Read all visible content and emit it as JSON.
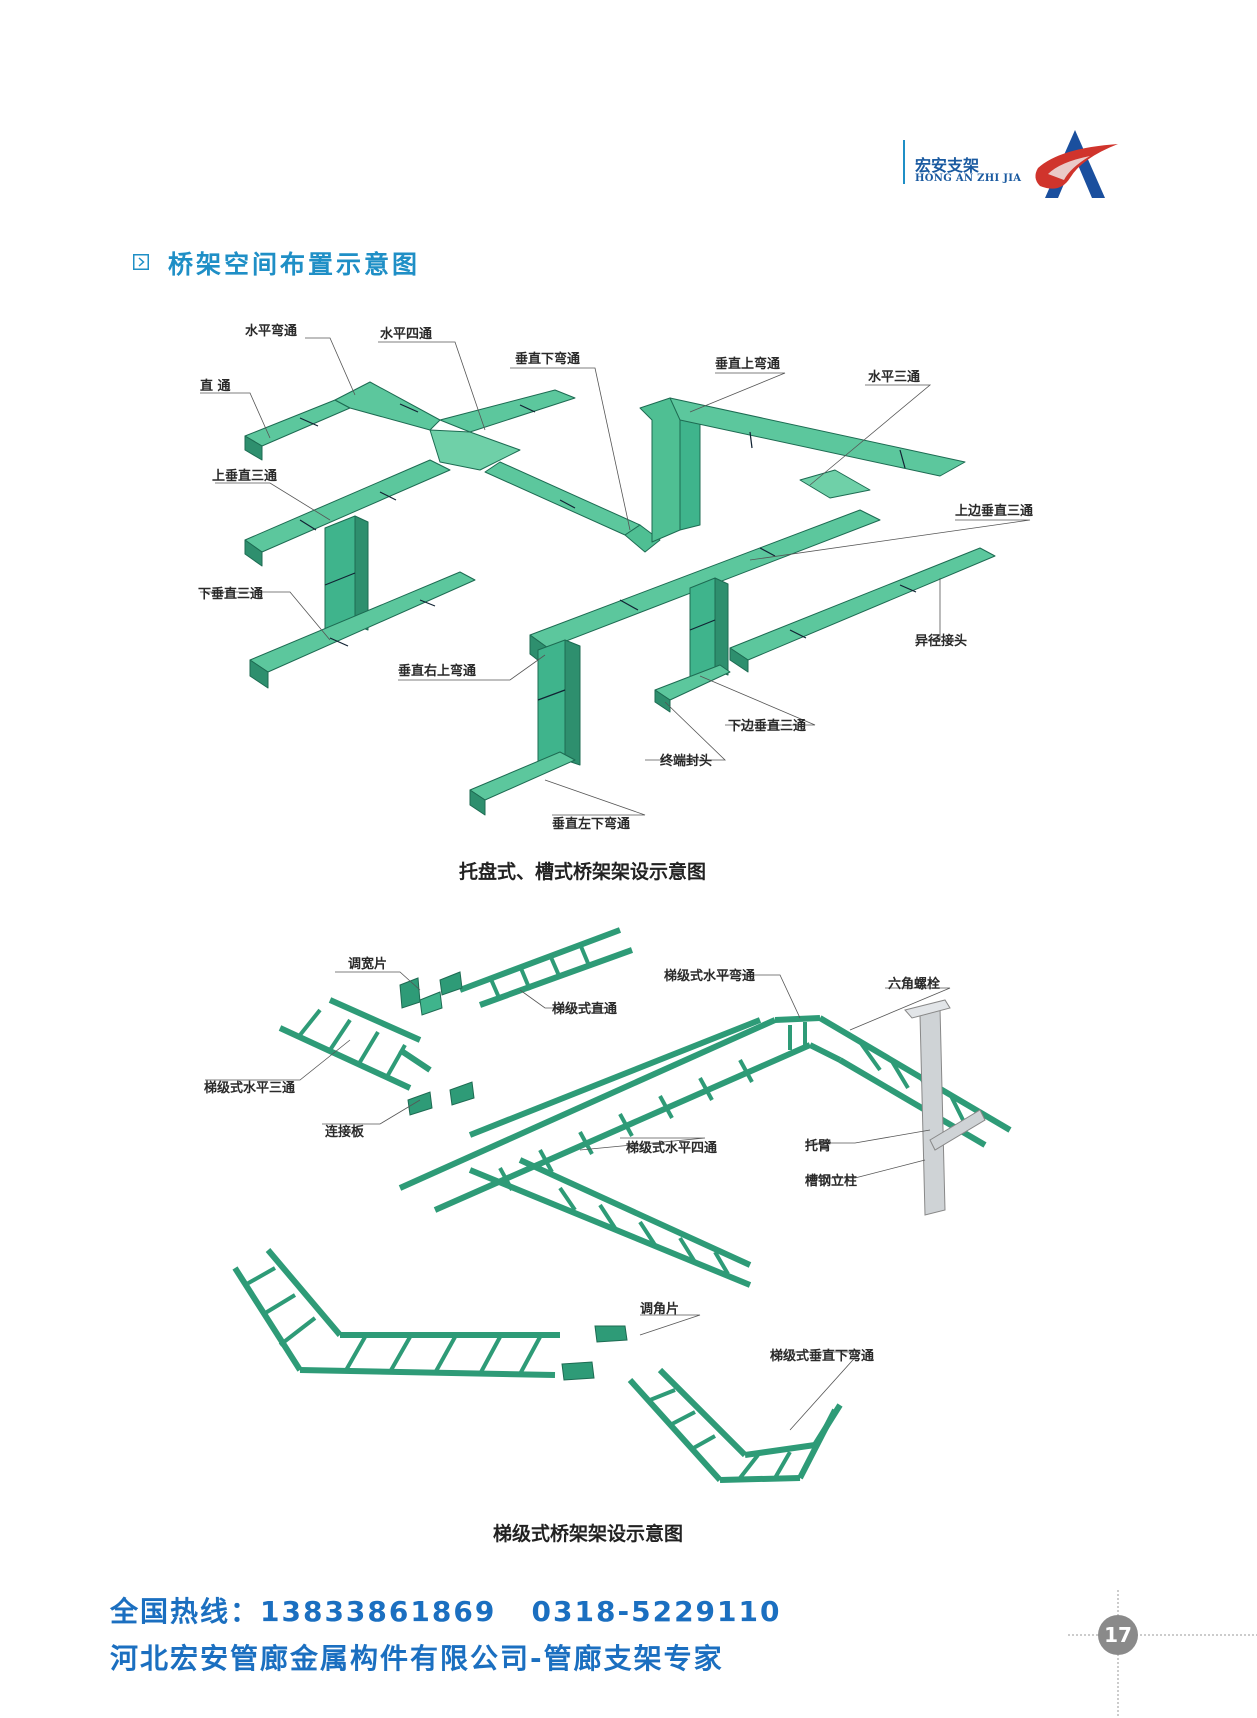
{
  "brand": {
    "name_cn": "宏安支架",
    "name_en": "HONG AN ZHI JIA"
  },
  "section": {
    "title": "桥架空间布置示意图"
  },
  "figure1": {
    "caption": "托盘式、槽式桥架架设示意图",
    "labels": {
      "l1": "水平弯通",
      "l2": "水平四通",
      "l3": "垂直下弯通",
      "l4": "垂直上弯通",
      "l5": "水平三通",
      "l6": "直  通",
      "l7": "上垂直三通",
      "l8": "上边垂直三通",
      "l9": "下垂直三通",
      "l10": "异径接头",
      "l11": "垂直右上弯通",
      "l12": "下边垂直三通",
      "l13": "终端封头",
      "l14": "垂直左下弯通"
    }
  },
  "figure2": {
    "caption": "梯级式桥架架设示意图",
    "labels": {
      "m1": "调宽片",
      "m2": "梯级式直通",
      "m3": "梯级式水平弯通",
      "m4": "六角螺栓",
      "m5": "梯级式水平三通",
      "m6": "连接板",
      "m7": "梯级式水平四通",
      "m8": "托臂",
      "m9": "槽钢立柱",
      "m10": "调角片",
      "m11": "梯级式垂直下弯通"
    }
  },
  "footer": {
    "hotline": "全国热线：13833861869   0318-5229110",
    "company": "河北宏安管廊金属构件有限公司-管廊支架专家"
  },
  "page": {
    "number": "17"
  },
  "colors": {
    "tray": "#3fb48c",
    "tray_dark": "#2e8f6e",
    "tray_light": "#6fd0a8",
    "accent": "#1f8fc6",
    "footer_text": "#1b6fc0"
  }
}
